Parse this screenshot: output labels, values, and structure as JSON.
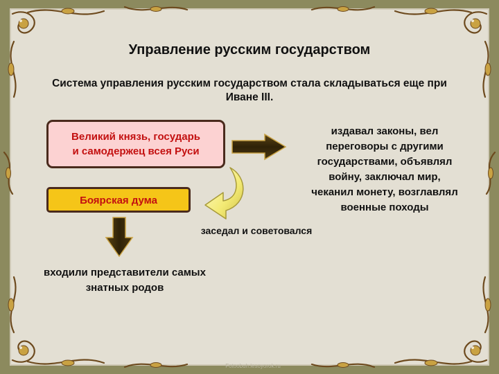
{
  "title": "Управление русским государством",
  "intro": "Система управления русским государством стала складываться еще при Иване III.",
  "grand_prince": {
    "line1": "Великий князь, государь",
    "line2": "и самодержец всея Руси"
  },
  "powers": {
    "lines": [
      "издавал законы, вел",
      "переговоры с другими",
      "государствами, объявлял",
      "войну, заключал мир,",
      "чеканил монету, возглавлял",
      "военные походы"
    ]
  },
  "boyar_duma": "Боярская дума",
  "sat_and_advised": "заседал и советовался",
  "members": {
    "line1": "входили представители самых",
    "line2": "знатных родов"
  },
  "footer": "Fotoobuh.lesoyorok.ru",
  "colors": {
    "border_bg": "#8c8a5e",
    "panel_bg": "#e3dfd3",
    "prince_fill": "#fcd2d2",
    "duma_fill": "#f5c518",
    "label_red": "#c31010",
    "arrow_dark": "#3a2a0c",
    "arrow_yellow": "#f3ea74"
  }
}
